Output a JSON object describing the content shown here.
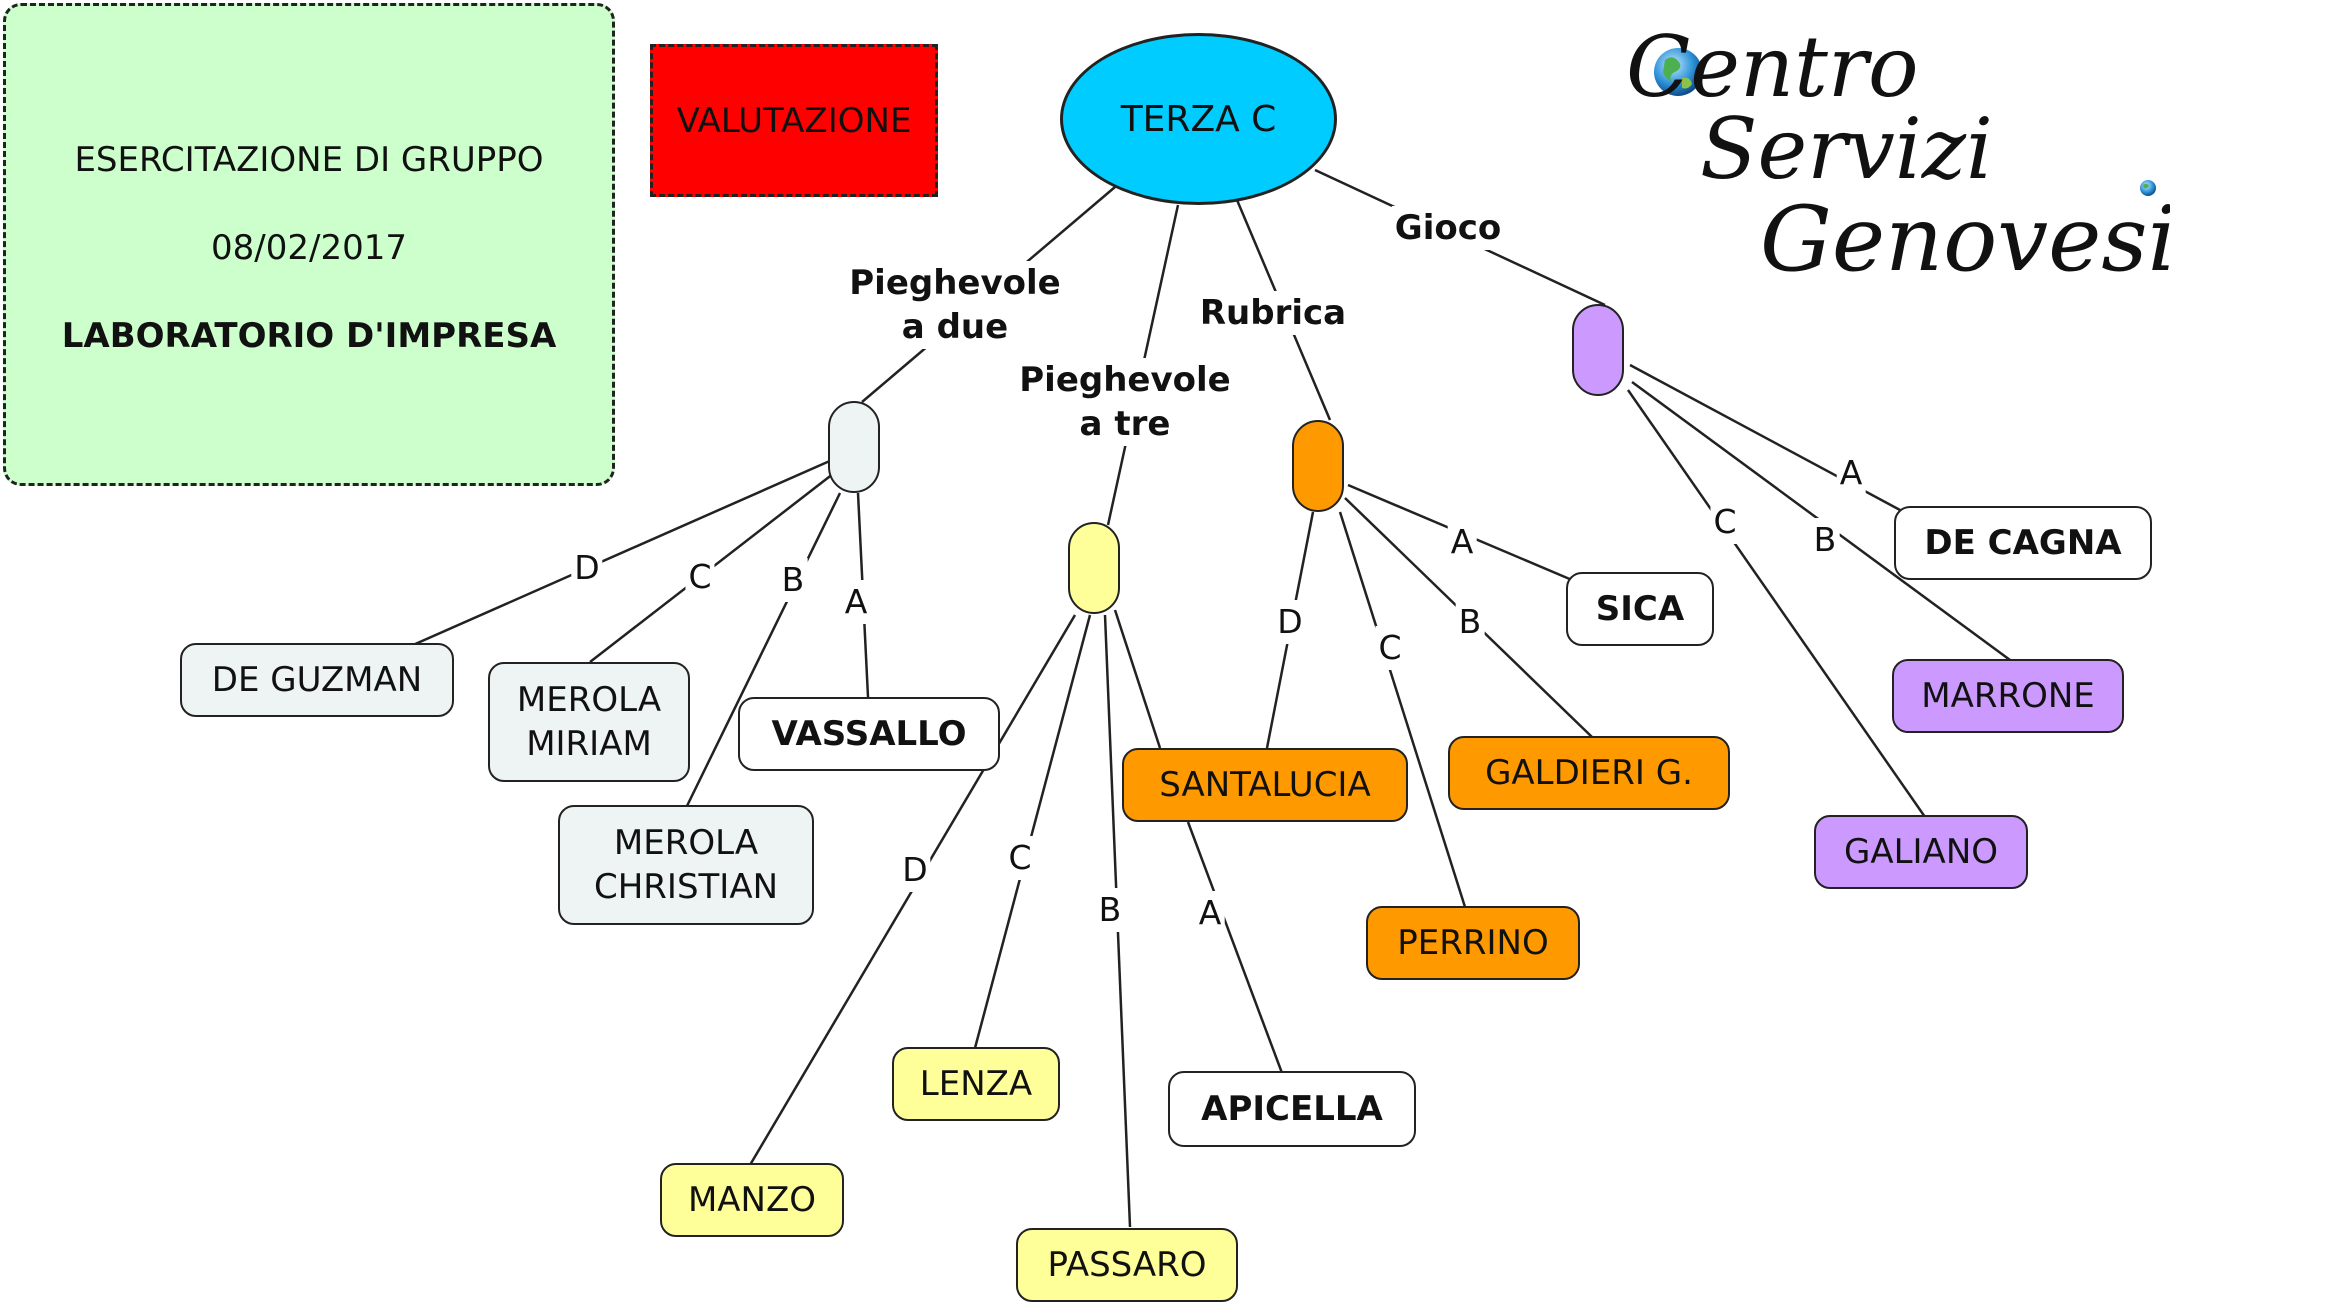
{
  "info": {
    "line1": "ESERCITAZIONE DI GRUPPO",
    "line2": "08/02/2017",
    "line3": "LABORATORIO D'IMPRESA"
  },
  "valutazione": "VALUTAZIONE",
  "root": "TERZA C",
  "branches": {
    "due": {
      "label_l1": "Pieghevole",
      "label_l2": "a due"
    },
    "tre": {
      "label_l1": "Pieghevole",
      "label_l2": "a tre"
    },
    "rubrica": {
      "label": "Rubrica"
    },
    "gioco": {
      "label": "Gioco"
    }
  },
  "link_labels": {
    "a": "A",
    "b": "B",
    "c": "C",
    "d": "D"
  },
  "students": {
    "de_guzman": "DE GUZMAN",
    "merola_miriam_l1": "MEROLA",
    "merola_miriam_l2": "MIRIAM",
    "merola_christian_l1": "MEROLA",
    "merola_christian_l2": "CHRISTIAN",
    "vassallo": "VASSALLO",
    "manzo": "MANZO",
    "lenza": "LENZA",
    "passaro": "PASSARO",
    "apicella": "APICELLA",
    "santalucia": "SANTALUCIA",
    "perrino": "PERRINO",
    "galdieri": "GALDIERI G.",
    "sica": "SICA",
    "galiano": "GALIANO",
    "marrone": "MARRONE",
    "de_cagna": "DE CAGNA"
  },
  "logo": {
    "line1": "Centro",
    "line2": "Servizi",
    "line3": "Genovesi"
  },
  "colors": {
    "root": "#00ccff",
    "due": "#eef3f4",
    "tre": "#ffff99",
    "rubrica": "#ff9900",
    "gioco": "#cc99ff",
    "info": "#ccffcc",
    "valutazione": "#ff0000"
  }
}
